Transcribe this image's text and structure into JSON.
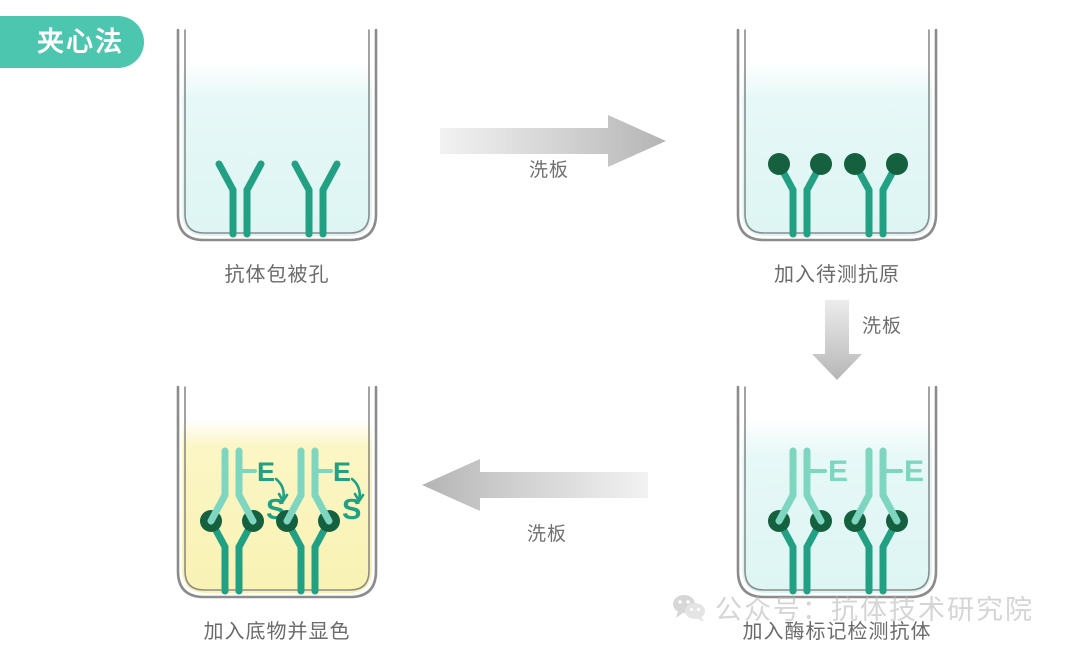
{
  "badge": {
    "label": "夹心法"
  },
  "colors": {
    "badge_bg": "#4cc6ae",
    "well_outline": "#8c8c8c",
    "liquid_clear": "#dff6f5",
    "liquid_yellow": "#faf3b8",
    "antibody_dark": "#22a083",
    "antibody_light": "#7fd6c0",
    "antigen": "#14603f",
    "arrow_gray": "#b9b9b9",
    "caption_text": "#6b6b6b",
    "watermark_text": "#b4b4b4"
  },
  "steps": [
    {
      "id": "step-1",
      "caption": "抗体包被孔",
      "liquid": "clear",
      "contents": "capture-antibodies",
      "complexes": 2
    },
    {
      "id": "step-2",
      "caption": "加入待测抗原",
      "liquid": "clear",
      "contents": "capture-antibodies-with-antigen",
      "complexes": 2
    },
    {
      "id": "step-3",
      "caption": "加入酶标记检测抗体",
      "liquid": "clear",
      "contents": "sandwich-with-enzyme",
      "complexes": 2,
      "enzyme_label": "E"
    },
    {
      "id": "step-4",
      "caption": "加入底物并显色",
      "liquid": "yellow",
      "contents": "sandwich-with-enzyme-and-substrate",
      "complexes": 2,
      "enzyme_label": "E",
      "substrate_label": "S"
    }
  ],
  "arrows": [
    {
      "id": "arrow-right-top",
      "label": "洗板",
      "direction": "right"
    },
    {
      "id": "arrow-down-right",
      "label": "洗板",
      "direction": "down"
    },
    {
      "id": "arrow-left-bottom",
      "label": "洗板",
      "direction": "left"
    }
  ],
  "watermark": {
    "icon": "wechat-icon",
    "text": "公众号：抗体技术研究院"
  }
}
